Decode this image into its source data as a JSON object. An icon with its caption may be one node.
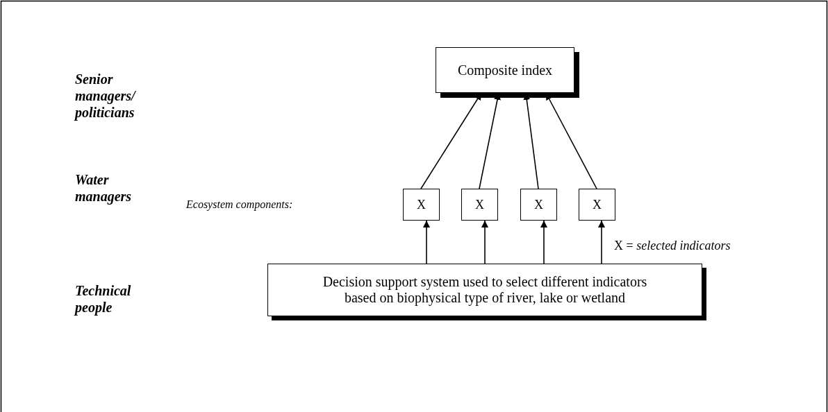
{
  "diagram": {
    "nodes": [
      {
        "text": [
          "Composite index"
        ]
      },
      {
        "text": [
          "X"
        ]
      },
      {
        "text": [
          "X"
        ]
      },
      {
        "text": [
          "X"
        ]
      },
      {
        "text": [
          "X"
        ]
      },
      {
        "text": [
          "Decision support system used to select different indicators based on biophysical type of river, lake or wetland"
        ]
      }
    ],
    "edges": [
      {
        "from": 1,
        "to": 0,
        "arrow": "to"
      },
      {
        "from": 2,
        "to": 0,
        "arrow": "to"
      },
      {
        "from": 3,
        "to": 0,
        "arrow": "to"
      },
      {
        "from": 4,
        "to": 0,
        "arrow": "to"
      },
      {
        "from": 5,
        "to": 1,
        "arrow": "to"
      },
      {
        "from": 5,
        "to": 2,
        "arrow": "to"
      },
      {
        "from": 5,
        "to": 3,
        "arrow": "to"
      },
      {
        "from": 5,
        "to": 4,
        "arrow": "to"
      }
    ],
    "labels": [
      "Senior managers/ politicians",
      "Water managers",
      "Ecosystem components:",
      "X = *selected indicators*",
      "Technical people"
    ]
  }
}
